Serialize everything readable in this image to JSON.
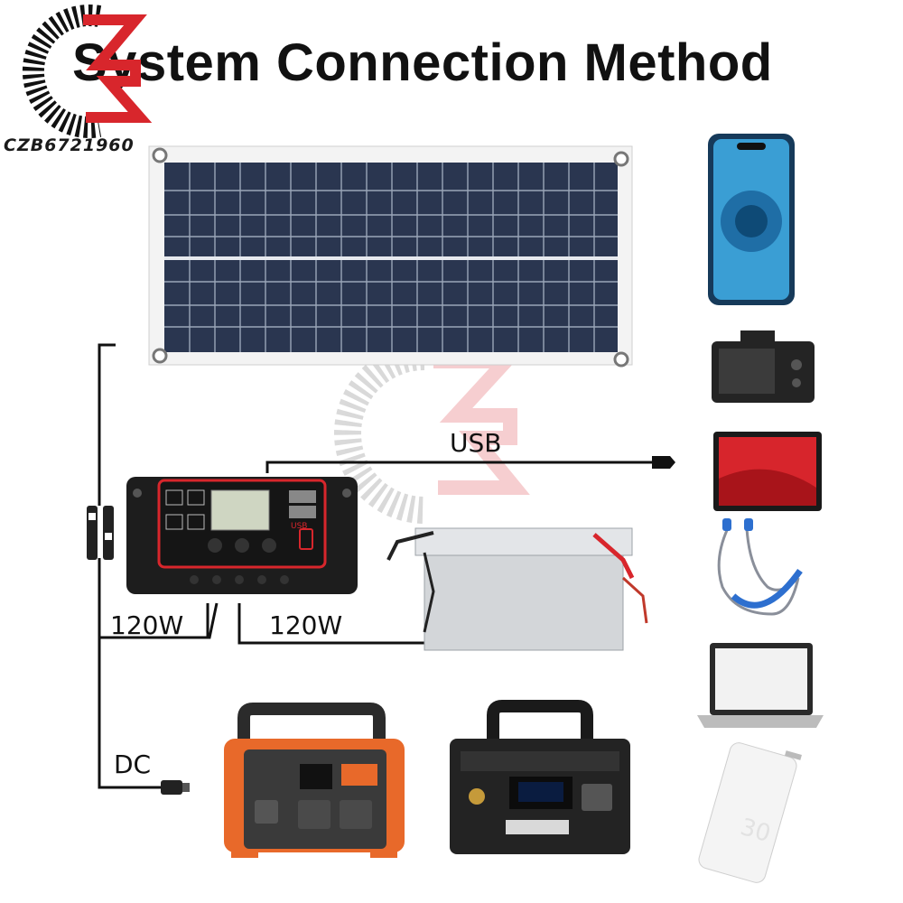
{
  "title": "System Connection Method",
  "watermark": {
    "text": "CZB6721960"
  },
  "labels": {
    "usb": "USB",
    "controller_to_solar": "120W",
    "controller_to_battery": "120W",
    "dc": "DC"
  },
  "devices": [
    {
      "name": "phone-icon"
    },
    {
      "name": "camera-icon"
    },
    {
      "name": "tablet-icon"
    },
    {
      "name": "earphones-icon"
    },
    {
      "name": "laptop-icon"
    },
    {
      "name": "powerbank-icon"
    }
  ],
  "controller_screen": {
    "usb_text": "USB"
  },
  "powerbank_text": "30",
  "colors": {
    "accent_red": "#d8262c",
    "orange": "#e8692a",
    "panel_blue": "#23304a"
  }
}
